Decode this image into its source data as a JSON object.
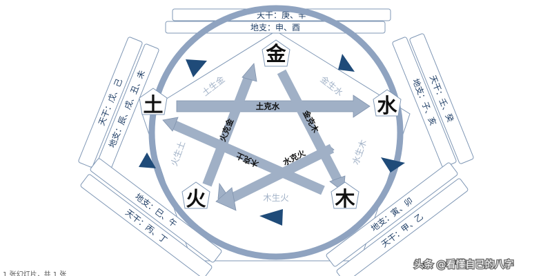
{
  "elements": {
    "metal": "金",
    "water": "水",
    "wood": "木",
    "fire": "火",
    "earth": "土"
  },
  "labels": {
    "metal_tiangan": "天干：庚、辛",
    "metal_dizhi": "地支：申、酉",
    "water_tiangan": "天干：壬、癸",
    "water_dizhi": "地支：子、亥",
    "wood_tiangan": "天干：甲、乙",
    "wood_dizhi": "地支：寅、卯",
    "fire_tiangan": "天干：丙、丁",
    "fire_dizhi": "地支：巳、午",
    "earth_tiangan": "天干：戊、己",
    "earth_dizhi": "地支：辰、戌、丑、未"
  },
  "generating": {
    "metal_water": "金生水",
    "water_wood": "水生木",
    "wood_fire": "木生火",
    "fire_earth": "火生土",
    "earth_metal": "土生金"
  },
  "overcoming": {
    "earth_water": "土克水",
    "water_fire": "水克火",
    "fire_metal": "火克金",
    "metal_wood": "金克木",
    "wood_earth": "木克土"
  },
  "watermark": "头条 @看懂自己的八字",
  "caption": "1 张幻灯片，共 1 张",
  "colors": {
    "ring": "#8fa3c0",
    "arrowhead": "#1f4b79",
    "overcome_arrow": "#a0b0c6",
    "box_border": "#7f97b5",
    "box_text": "#1f3e66"
  }
}
